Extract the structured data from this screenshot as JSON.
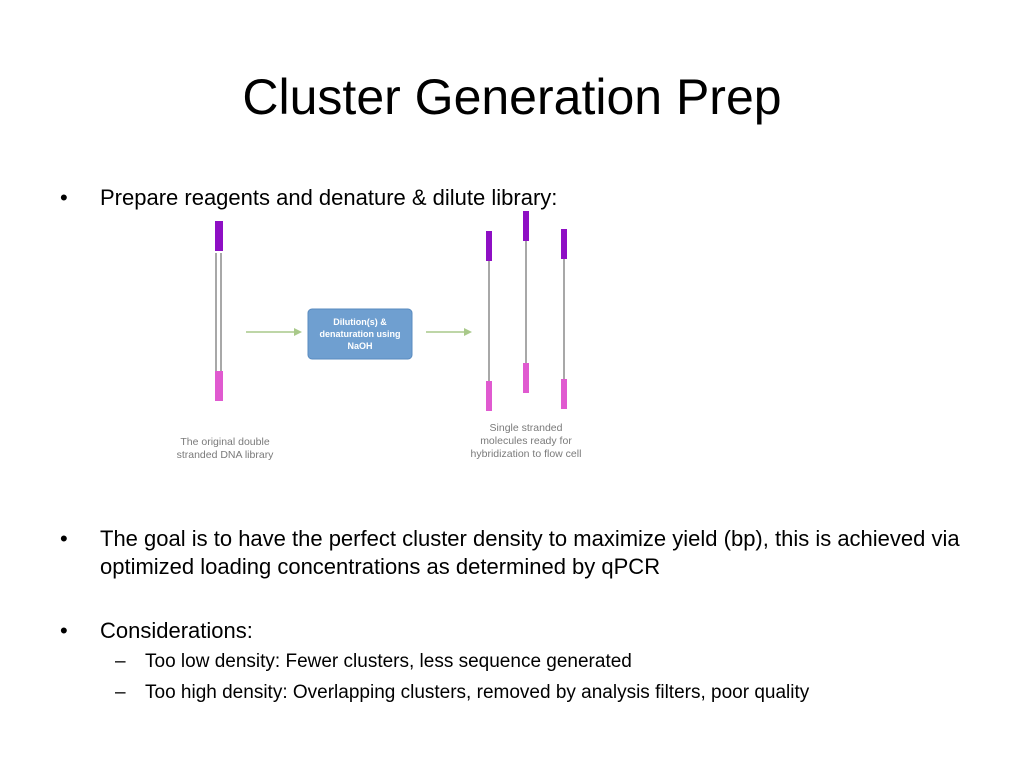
{
  "slide": {
    "title": "Cluster Generation Prep",
    "bullet_glyph": "•",
    "dash_glyph": "–"
  },
  "bullets": [
    {
      "text": "Prepare reagents and denature & dilute library:"
    },
    {
      "text": "The goal is to have the perfect cluster density to maximize yield (bp), this is achieved via optimized loading concentrations as determined by qPCR"
    },
    {
      "text": "Considerations:",
      "subitems": [
        {
          "text": "Too low density: Fewer clusters, less sequence generated"
        },
        {
          "text": "Too high density: Overlapping clusters, removed by analysis filters, poor quality"
        }
      ]
    }
  ],
  "diagram": {
    "box_lines": [
      "Dilution(s) &",
      "denaturation using",
      "NaOH"
    ],
    "left_caption": [
      "The original double",
      "stranded DNA library"
    ],
    "right_caption": [
      "Single stranded",
      "molecules ready for",
      "hybridization to flow cell"
    ],
    "colors": {
      "purple_adapter": "#8e0fc4",
      "pink_adapter": "#e05ad0",
      "strand": "#6e6e6e",
      "arrow": "#a9c98a",
      "box_fill": "#6f9fd0",
      "box_stroke": "#5a8bbf"
    }
  }
}
